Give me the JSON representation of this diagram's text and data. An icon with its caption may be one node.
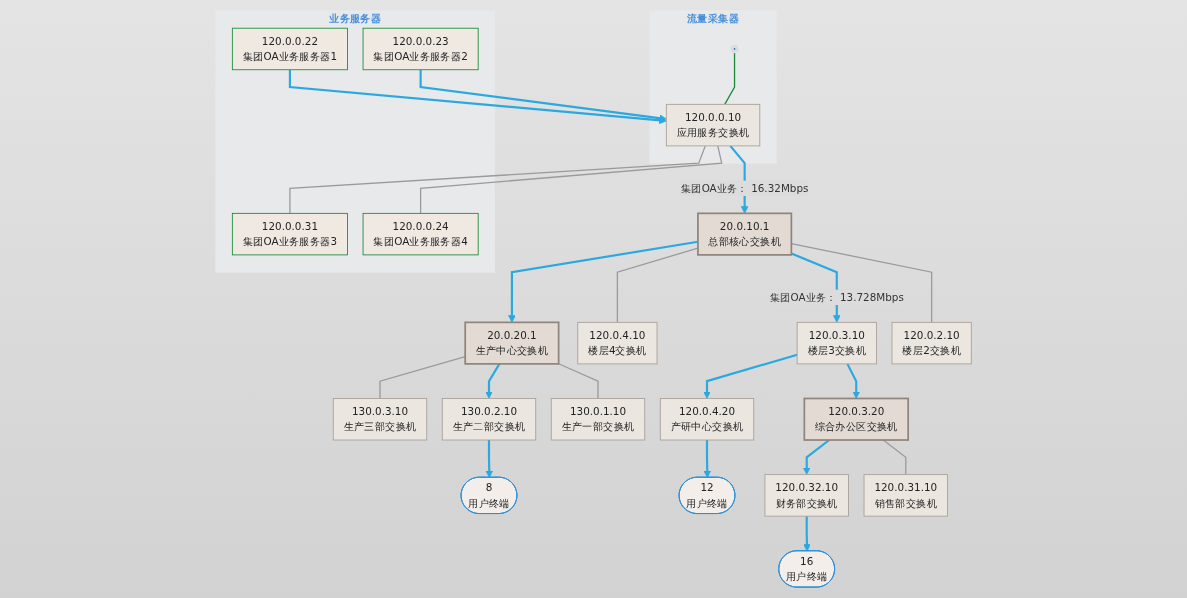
{
  "diagram": {
    "nodes": [
      {
        "text": [
          "20.0.10.1",
          "总部核心交换机"
        ]
      },
      {
        "text": [
          "20.0.20.1",
          "生产中心交换机"
        ]
      },
      {
        "text": [
          "130.0.3.10",
          "生产三部交换机"
        ]
      },
      {
        "text": [
          "130.0.2.10",
          "生产二部交换机"
        ]
      },
      {
        "text": [
          "130.0.1.10",
          "生产一部交换机"
        ]
      },
      {
        "text": [
          "8",
          "用户终端"
        ]
      },
      {
        "text": [
          "120.0.4.10",
          "楼层4交换机"
        ]
      },
      {
        "text": [
          "120.0.3.10",
          "楼层3交换机"
        ]
      },
      {
        "text": [
          "120.0.4.20",
          "产研中心交换机"
        ]
      },
      {
        "text": [
          "12",
          "用户终端"
        ]
      },
      {
        "text": [
          "120.0.3.20",
          "综合办公区交换机"
        ]
      },
      {
        "text": [
          "120.0.32.10",
          "财务部交换机"
        ]
      },
      {
        "text": [
          "120.0.31.10",
          "销售部交换机"
        ]
      },
      {
        "text": [
          "16",
          "用户终端"
        ]
      },
      {
        "text": [
          "120.0.2.10",
          "楼层2交换机"
        ]
      },
      {
        "text": [
          "流量采集器"
        ]
      },
      {
        "text": [],
        "shape": "circle",
        "in": 15
      },
      {
        "text": [
          "120.0.0.10",
          "应用服务交换机"
        ],
        "in": 15
      },
      {
        "text": [
          "业务服务器"
        ]
      },
      {
        "text": [
          "120.0.0.22",
          "集团OA业务服务器1"
        ],
        "in": 18
      },
      {
        "text": [
          "120.0.0.23",
          "集团OA业务服务器2"
        ],
        "in": 18
      },
      {
        "text": [
          "120.0.0.31",
          "集团OA业务服务器3"
        ],
        "in": 18
      },
      {
        "text": [
          "120.0.0.24",
          "集团OA业务服务器4"
        ],
        "in": 18
      }
    ],
    "edges": [
      {
        "from": 0,
        "to": 1,
        "arrow": "to"
      },
      {
        "from": 0,
        "to": 6,
        "arrow": "none",
        "color": "#9a9a9a"
      },
      {
        "from": 0,
        "to": 7,
        "arrow": "to",
        "label": "集团OA业务： 13.728Mbps"
      },
      {
        "from": 0,
        "to": 14,
        "arrow": "none",
        "color": "#9a9a9a"
      },
      {
        "from": 17,
        "to": 0,
        "arrow": "to",
        "label": "集团OA业务： 16.32Mbps"
      },
      {
        "from": 1,
        "to": 2,
        "arrow": "none",
        "color": "#9a9a9a"
      },
      {
        "from": 1,
        "to": 3,
        "arrow": "to"
      },
      {
        "from": 1,
        "to": 4,
        "arrow": "none",
        "color": "#9a9a9a"
      },
      {
        "from": 3,
        "to": 5,
        "arrow": "to"
      },
      {
        "from": 7,
        "to": 8,
        "arrow": "to"
      },
      {
        "from": 7,
        "to": 10,
        "arrow": "to"
      },
      {
        "from": 8,
        "to": 9,
        "arrow": "to"
      },
      {
        "from": 10,
        "to": 11,
        "arrow": "to"
      },
      {
        "from": 10,
        "to": 12,
        "arrow": "none",
        "color": "#9a9a9a"
      },
      {
        "from": 11,
        "to": 13,
        "arrow": "to"
      },
      {
        "from": 16,
        "to": 17,
        "arrow": "none",
        "color": "#1a8a3a"
      },
      {
        "from": 19,
        "to": 17,
        "arrow": "to"
      },
      {
        "from": 20,
        "to": 17,
        "arrow": "to"
      },
      {
        "from": 17,
        "to": 21,
        "arrow": "none",
        "color": "#9a9a9a"
      },
      {
        "from": 17,
        "to": 22,
        "arrow": "none",
        "color": "#9a9a9a"
      }
    ]
  }
}
